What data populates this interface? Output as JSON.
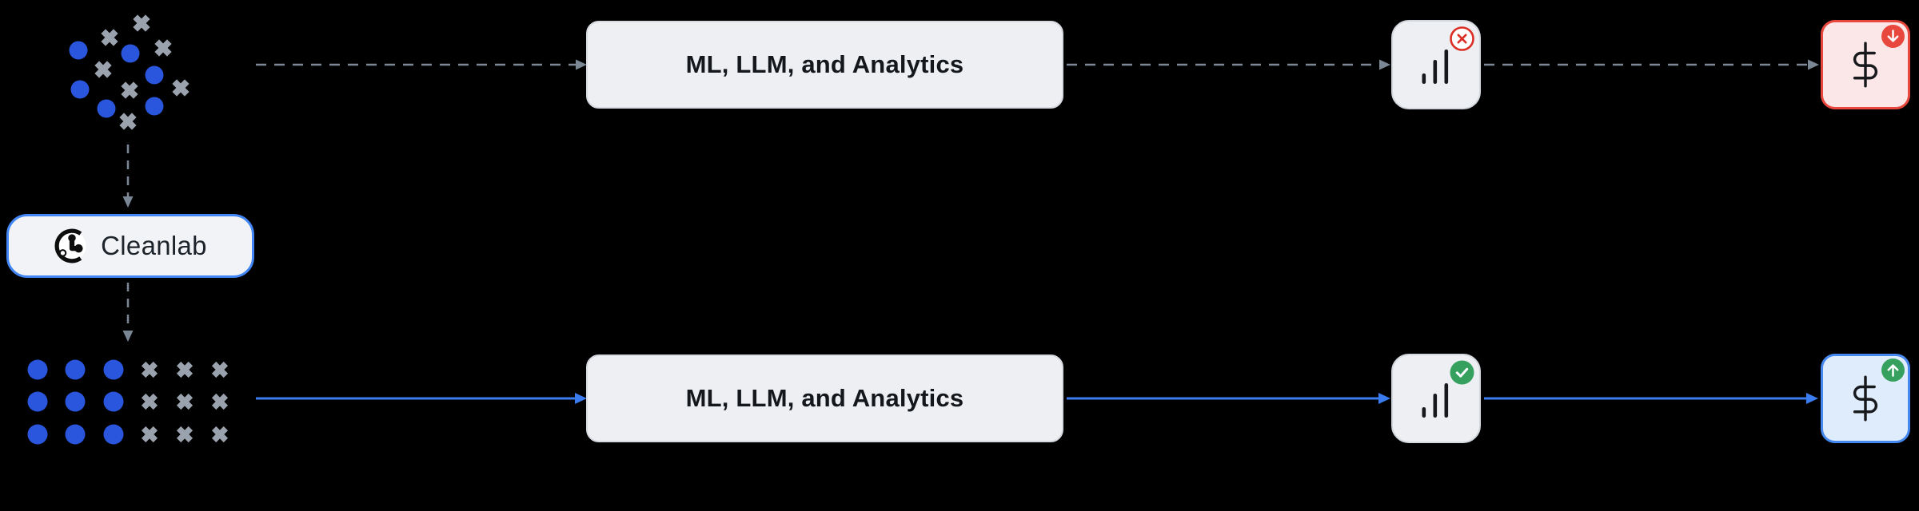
{
  "nodes": {
    "noisy_data": {
      "icon": "scatter-dots-and-crosses",
      "blue_dots": 6,
      "gray_crosses": 7
    },
    "ml_top": {
      "label": "ML, LLM, and Analytics"
    },
    "results_top": {
      "icon": "bar-chart-icon",
      "badge_icon": "x-circle-icon"
    },
    "cost_top": {
      "icon": "dollar-icon",
      "badge_icon": "arrow-down-circle-icon"
    },
    "cleanlab": {
      "label": "Cleanlab",
      "icon": "cleanlab-logo-icon"
    },
    "clean_data": {
      "icon": "grid-dots-and-crosses",
      "rows": 3,
      "blue_dot_columns": 3,
      "gray_cross_columns": 3
    },
    "ml_bottom": {
      "label": "ML, LLM, and Analytics"
    },
    "results_bottom": {
      "icon": "bar-chart-icon",
      "badge_icon": "check-circle-icon"
    },
    "cost_bottom": {
      "icon": "dollar-icon",
      "badge_icon": "arrow-up-circle-icon"
    }
  },
  "connectors": {
    "top_row_style": "dashed",
    "bottom_row_style": "solid",
    "cleanlab_column_style": "dashed"
  },
  "colors": {
    "background": "#000000",
    "blue_dot": "#2a56dd",
    "gray_cross": "#9aa2ae",
    "dashed_connector": "#7c8795",
    "solid_connector": "#3b7cf0",
    "node_fill": "#edeff2",
    "node_border": "#d6dae0",
    "node_text": "#14171b",
    "cleanlab_border": "#4285f4",
    "cleanlab_fill": "#f1f3f6",
    "error_red": "#db2e24",
    "fail_box_fill": "#fbe7e7",
    "fail_box_border": "#e8473d",
    "success_green": "#36a05f",
    "ok_box_fill": "#dfecfc",
    "ok_box_border": "#4488f0",
    "icon_ink": "#17191d"
  }
}
